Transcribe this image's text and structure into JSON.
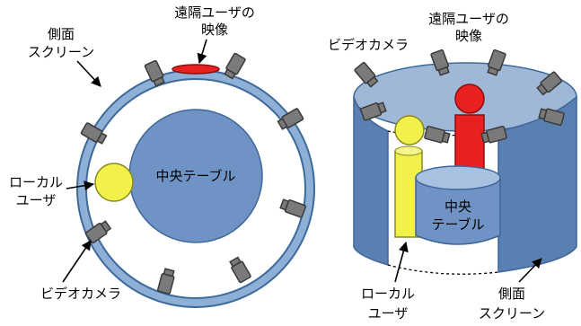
{
  "left_diagram": {
    "remote_user_video_line1": "遠隔ユーザの",
    "remote_user_video_line2": "映像",
    "side_screen_line1": "側面",
    "side_screen_line2": "スクリーン",
    "central_table": "中央テーブル",
    "local_user_line1": "ローカル",
    "local_user_line2": "ユーザ",
    "video_camera": "ビデオカメラ"
  },
  "right_diagram": {
    "remote_user_video_line1": "遠隔ユーザの",
    "remote_user_video_line2": "映像",
    "video_camera": "ビデオカメラ",
    "central_table_line1": "中央",
    "central_table_line2": "テーブル",
    "local_user_line1": "ローカル",
    "local_user_line2": "ユーザ",
    "side_screen_line1": "側面",
    "side_screen_line2": "スクリーン"
  },
  "colors": {
    "screen_blue": "#8fb0d6",
    "table_blue": "#6f93c4",
    "cylinder_blue": "#5a7fb3",
    "local_user_yellow": "#f2f04a",
    "remote_user_red": "#e82020",
    "camera_gray": "#7a7a7a"
  }
}
